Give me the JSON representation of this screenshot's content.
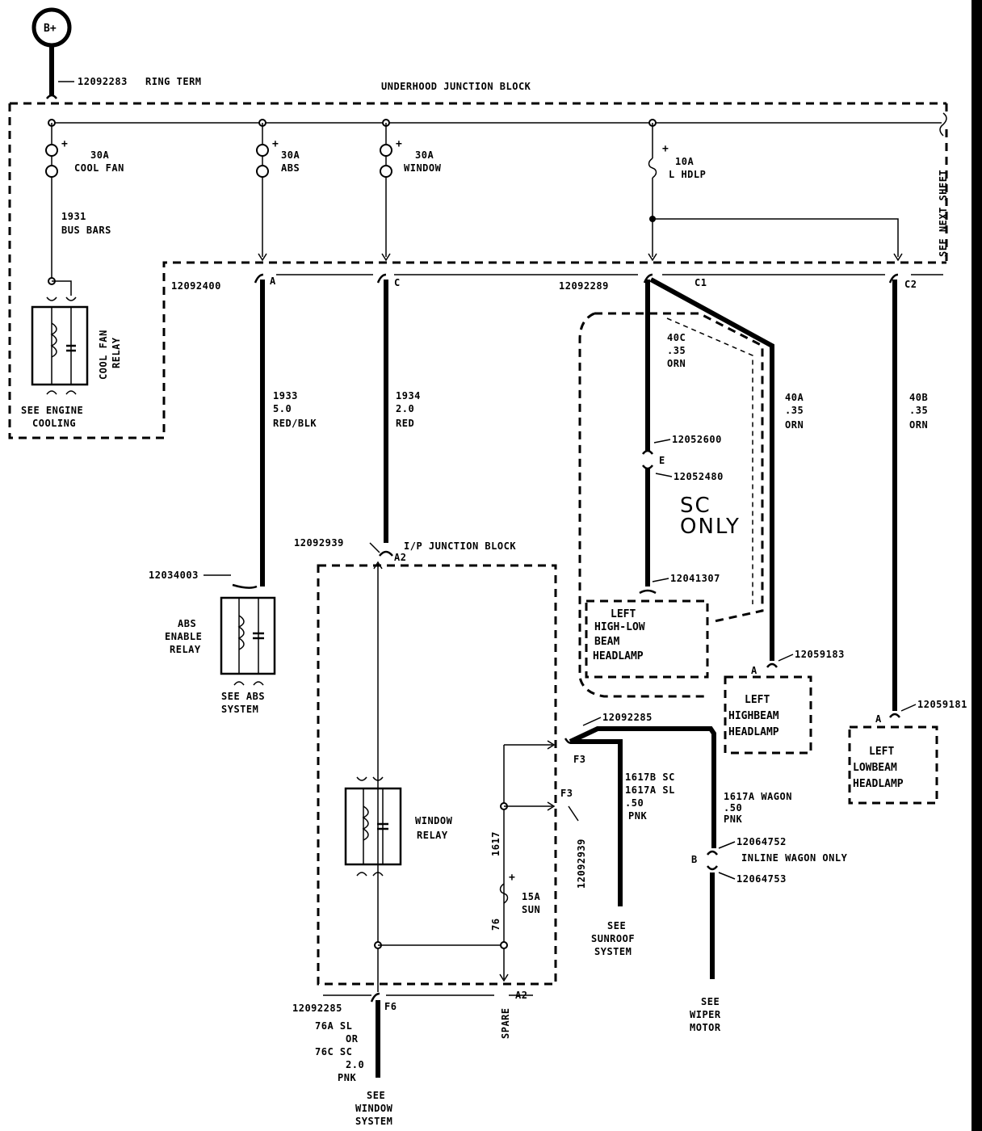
{
  "b_plus": "B+",
  "ring_term": {
    "part": "12092283",
    "label": "RING TERM"
  },
  "underhood_block": "UNDERHOOD JUNCTION BLOCK",
  "see_next_sheet": "SEE NEXT SHEET",
  "fuses": {
    "cool_fan": {
      "rating": "30A",
      "name": "COOL FAN"
    },
    "abs": {
      "rating": "30A",
      "name": "ABS"
    },
    "window": {
      "rating": "30A",
      "name": "WINDOW"
    },
    "l_hdlp": {
      "rating": "10A",
      "name": "L HDLP"
    },
    "sun": {
      "rating": "15A",
      "name": "SUN"
    }
  },
  "plus_sign": "+",
  "bus_bars": {
    "circuit": "1931",
    "name": "BUS BARS"
  },
  "cool_fan_relay": {
    "line1": "COOL FAN",
    "line2": "RELAY"
  },
  "see_engine_cooling": {
    "line1": "SEE ENGINE",
    "line2": "COOLING"
  },
  "connectors": {
    "c12092400": "12092400",
    "pin_a": "A",
    "pin_c": "C",
    "c12092289": "12092289",
    "c1": "C1",
    "c2": "C2",
    "c12052600": "12052600",
    "pin_e": "E",
    "c12052480": "12052480",
    "c12041307": "12041307",
    "c12092939_top": "12092939",
    "a2_top": "A2",
    "c12034003": "12034003",
    "c12059183": "12059183",
    "c12059181": "12059181",
    "c12092285_f3": "12092285",
    "f3_a": "F3",
    "f3_b": "F3",
    "c12092939_side": "12092939",
    "c12064752": "12064752",
    "inline_wagon_only": "INLINE WAGON ONLY",
    "pin_b": "B",
    "c12064753": "12064753",
    "c12092285_f6": "12092285",
    "f6": "F6",
    "a2_bottom": "A2",
    "spare": "SPARE",
    "pin_a_small": "A"
  },
  "wires": {
    "w1933": [
      "1933",
      "5.0",
      "RED/BLK"
    ],
    "w1934": [
      "1934",
      "2.0",
      "RED"
    ],
    "w40c": [
      "40C",
      ".35",
      "ORN"
    ],
    "w40a": [
      "40A",
      ".35",
      "ORN"
    ],
    "w40b": [
      "40B",
      ".35",
      "ORN"
    ],
    "w1617b": [
      "1617B SC",
      "1617A SL",
      ".50",
      "PNK"
    ],
    "w1617a_wagon": [
      "1617A WAGON",
      ".50",
      "PNK"
    ],
    "w1617": "1617",
    "w76": "76",
    "w76a": [
      "76A SL",
      "OR",
      "76C SC",
      "2.0",
      "PNK"
    ]
  },
  "sc_only": [
    "SC",
    "ONLY"
  ],
  "ip_block": "I/P JUNCTION BLOCK",
  "abs_relay": [
    "ABS",
    "ENABLE",
    "RELAY"
  ],
  "see_abs_system": [
    "SEE ABS",
    "SYSTEM"
  ],
  "window_relay": [
    "WINDOW",
    "RELAY"
  ],
  "left_high_low": [
    "LEFT",
    "HIGH-LOW",
    "BEAM",
    "HEADLAMP"
  ],
  "left_highbeam": [
    "LEFT",
    "HIGHBEAM",
    "HEADLAMP"
  ],
  "left_lowbeam": [
    "LEFT",
    "LOWBEAM",
    "HEADLAMP"
  ],
  "see_sunroof": [
    "SEE",
    "SUNROOF",
    "SYSTEM"
  ],
  "see_wiper": [
    "SEE",
    "WIPER",
    "MOTOR"
  ],
  "see_window": [
    "SEE",
    "WINDOW",
    "SYSTEM"
  ]
}
